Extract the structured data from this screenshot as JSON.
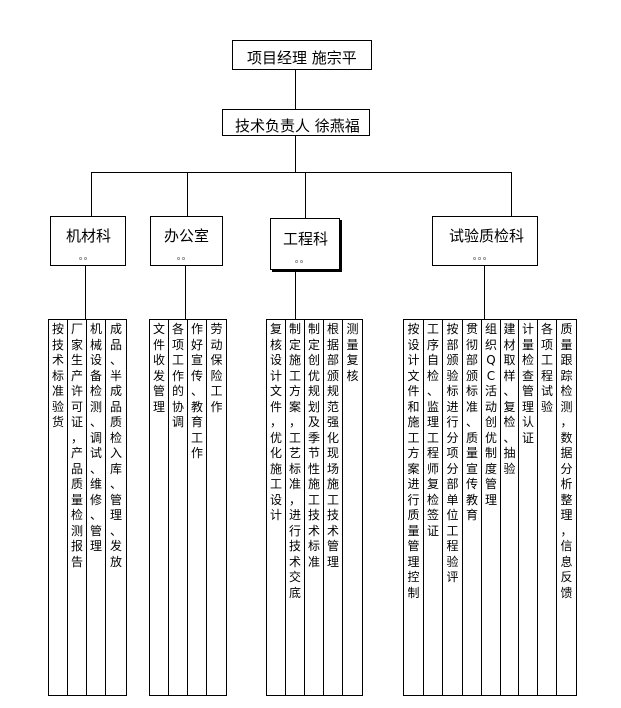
{
  "top": [
    {
      "label": "项目经理  施宗平"
    },
    {
      "label": "技术负责人  徐燕福"
    }
  ],
  "departments": [
    {
      "name": "机材科",
      "dots": "。。"
    },
    {
      "name": "办公室",
      "dots": "。。"
    },
    {
      "name": "工程科",
      "dots": "。。"
    },
    {
      "name": "试验质检科",
      "dots": "。。。"
    }
  ],
  "groups": [
    {
      "duties": [
        "按技术标准验货",
        "厂家生产许可证，产品质量检测报告",
        "机械设备检测、调试、维修、管理",
        "成品、半成品质检入库、管理、发放"
      ]
    },
    {
      "duties": [
        "文件收发管理",
        "各项工作的协调",
        "作好宣传、教育工作",
        "劳动保险工作"
      ]
    },
    {
      "duties": [
        "复核设计文件，优化施工设计",
        "制定施工方案，工艺标准，进行技术交底",
        "制定创优规划及季节性施工技术标准",
        "根据部颁规范强化现场施工技术管理",
        "测量复核"
      ]
    },
    {
      "duties": [
        "按设计文件和施工方案进行质量管理控制",
        "工序自检、监理工程师复检签证",
        "按部颁验标进行分项分部单位工程验评",
        "贯彻部颁标准、质量宣传教育",
        "组织QC活动创优制度管理",
        "建材取样、复检、抽验",
        "计量检查管理认证",
        "各项工程试验",
        "质量跟踪检测，数据分析整理，信息反馈"
      ]
    }
  ]
}
